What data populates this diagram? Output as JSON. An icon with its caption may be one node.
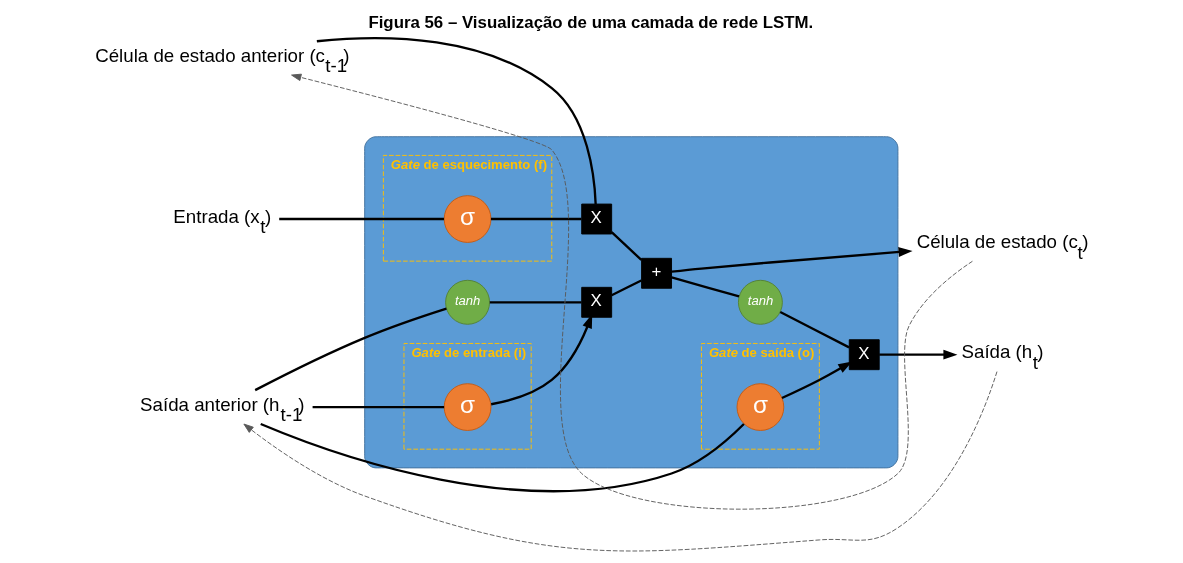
{
  "diagram": {
    "title": "Figura 56 – Visualização de uma camada de rede LSTM.",
    "nodes": [
      {
        "text": [
          "Célula de estado anterior (c$_{t-1}$)"
        ]
      },
      {
        "text": [
          "Saída anterior (h$_{t-1}$)"
        ]
      },
      {
        "text": [
          "Entrada (x$_{t}$)"
        ]
      },
      {
        "text": [],
        "shape": "box"
      },
      {
        "text": [
          "*Gate* de esquecimento (f)"
        ],
        "in": 3
      },
      {
        "text": [
          "σ"
        ],
        "in": 4
      },
      {
        "text": [
          "*Gate* de entrada (i)"
        ],
        "in": 3
      },
      {
        "text": [
          "σ"
        ],
        "in": 6
      },
      {
        "text": [
          "*Gate* de saída (o)"
        ],
        "in": 3
      },
      {
        "text": [
          "σ"
        ],
        "in": 8
      },
      {
        "text": [
          "X"
        ],
        "in": 3
      },
      {
        "text": [
          "+"
        ],
        "in": 3
      },
      {
        "text": [
          "X"
        ],
        "in": 3
      },
      {
        "text": [
          "*tanh*"
        ],
        "in": 3
      },
      {
        "text": [
          "X"
        ],
        "in": 3
      },
      {
        "text": [
          "*tanh*"
        ],
        "in": 3
      },
      {
        "text": [
          "Célula de estado (c$_{t}$)"
        ]
      },
      {
        "text": [
          "Saída (h$_{t}$)"
        ]
      }
    ],
    "edges": [
      {
        "from": 0,
        "to": 10,
        "arrow": "none"
      },
      {
        "from": 10,
        "to": 11,
        "arrow": "none"
      },
      {
        "from": 11,
        "to": 16,
        "arrow": "to"
      },
      {
        "from": 2,
        "to": 5,
        "arrow": "none"
      },
      {
        "from": 5,
        "to": 10,
        "arrow": "none"
      },
      {
        "from": 1,
        "to": 7,
        "arrow": "none"
      },
      {
        "from": 1,
        "to": 13,
        "arrow": "none"
      },
      {
        "from": 1,
        "to": 9,
        "arrow": "none"
      },
      {
        "from": 7,
        "to": 12,
        "arrow": "to"
      },
      {
        "from": 13,
        "to": 12,
        "arrow": "none"
      },
      {
        "from": 12,
        "to": 11,
        "arrow": "none"
      },
      {
        "from": 11,
        "to": 15,
        "arrow": "none"
      },
      {
        "from": 15,
        "to": 14,
        "arrow": "none"
      },
      {
        "from": 9,
        "to": 14,
        "arrow": "to"
      },
      {
        "from": 14,
        "to": 17,
        "arrow": "to"
      },
      {
        "from": 16,
        "to": 0,
        "arrow": "to",
        "style": "dashed",
        "color": "#595959"
      },
      {
        "from": 17,
        "to": 1,
        "arrow": "to",
        "style": "dashed",
        "color": "#595959"
      }
    ]
  }
}
